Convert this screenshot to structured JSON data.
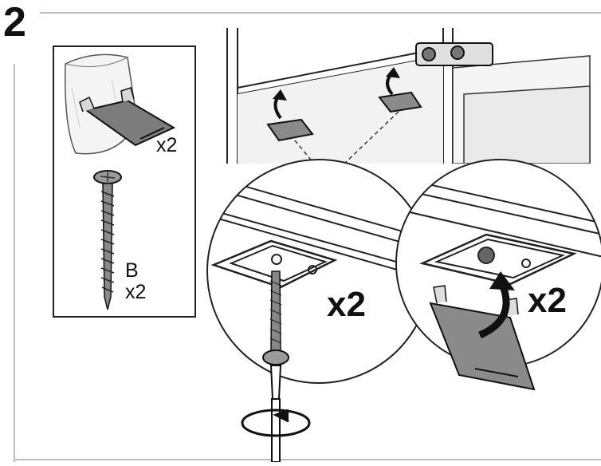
{
  "step": {
    "number": "2"
  },
  "parts_box": {
    "bracket_qty": "x2",
    "screw_letter": "B",
    "screw_qty": "x2"
  },
  "detail_left": {
    "qty": "x2"
  },
  "detail_right": {
    "qty": "x2"
  }
}
